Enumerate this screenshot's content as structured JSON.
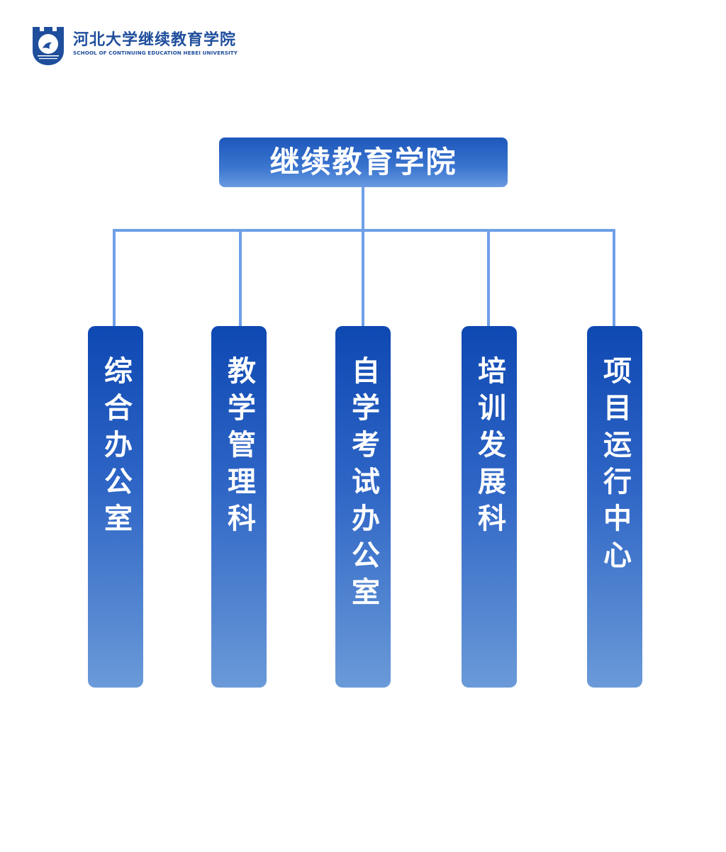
{
  "header": {
    "org_name_cn": "河北大学继续教育学院",
    "org_name_en": "SCHOOL OF CONTINUING EDUCATION HEBEI UNIVERSITY",
    "logo_icon": "university-seal-icon"
  },
  "chart": {
    "root": "继续教育学院",
    "departments": [
      {
        "label": "综合办公室"
      },
      {
        "label": "教学管理科"
      },
      {
        "label": "自学考试办公室"
      },
      {
        "label": "培训发展科"
      },
      {
        "label": "项目运行中心"
      }
    ]
  },
  "colors": {
    "brand_blue": "#1f4e9c",
    "box_top": "#0e48b2",
    "box_bottom": "#6a9ad8",
    "connector": "#6e9fe8"
  }
}
